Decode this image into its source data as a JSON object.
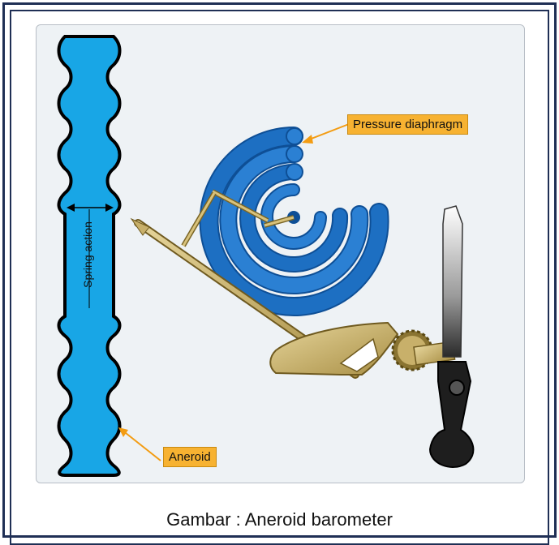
{
  "labels": {
    "pressure_diaphragm": "Pressure diaphragm",
    "aneroid": "Aneroid",
    "spring_action": "Spring action"
  },
  "caption": "Gambar : Aneroid barometer",
  "colors": {
    "frame": "#1f2f55",
    "aneroid_blue": "#18a6e6",
    "diaphragm_blue": "#1d6fc2",
    "label_fill": "#f7b231",
    "brass": "#c8b06a",
    "needle_dark": "#222222"
  }
}
